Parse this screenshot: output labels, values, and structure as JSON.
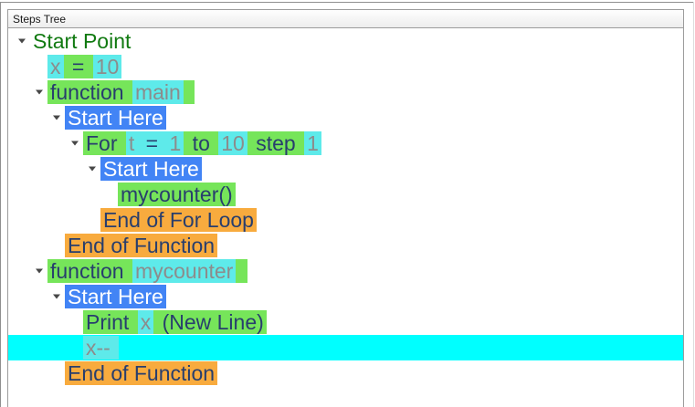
{
  "panel": {
    "title": "Steps Tree"
  },
  "colors": {
    "green_bg": "#76E55A",
    "cyan_bg": "#5EEAEA",
    "blue_bg": "#4284F5",
    "orange_bg": "#F8AB3E",
    "selected_row_bg": "#00FFFF",
    "navy_text": "#283E6D",
    "gray_text": "#8C8C8C",
    "white_text": "#FFFFFF",
    "green_text": "#117A11"
  },
  "tree": {
    "rows": [
      {
        "level": 0,
        "arrow": true,
        "selected": false,
        "segments": [
          {
            "t": "Start Point",
            "fg": "green_text",
            "bg": null
          }
        ]
      },
      {
        "level": 1,
        "arrow": false,
        "selected": false,
        "segments": [
          {
            "t": "x",
            "fg": "gray_text",
            "bg": "cyan_bg"
          },
          {
            "t": " = ",
            "fg": "navy_text",
            "bg": "green_bg"
          },
          {
            "t": "10",
            "fg": "gray_text",
            "bg": "cyan_bg"
          }
        ]
      },
      {
        "level": 1,
        "arrow": true,
        "selected": false,
        "segments": [
          {
            "t": "function ",
            "fg": "navy_text",
            "bg": "green_bg"
          },
          {
            "t": "main",
            "fg": "gray_text",
            "bg": "cyan_bg"
          },
          {
            "t": " ",
            "fg": "navy_text",
            "bg": "green_bg"
          }
        ]
      },
      {
        "level": 2,
        "arrow": true,
        "selected": false,
        "segments": [
          {
            "t": "Start Here",
            "fg": "white_text",
            "bg": "blue_bg"
          }
        ]
      },
      {
        "level": 3,
        "arrow": true,
        "selected": false,
        "segments": [
          {
            "t": "For ",
            "fg": "navy_text",
            "bg": "green_bg"
          },
          {
            "t": "t ",
            "fg": "gray_text",
            "bg": "cyan_bg"
          },
          {
            "t": "= ",
            "fg": "navy_text",
            "bg": "cyan_bg"
          },
          {
            "t": "1",
            "fg": "gray_text",
            "bg": "cyan_bg"
          },
          {
            "t": " to ",
            "fg": "navy_text",
            "bg": "green_bg"
          },
          {
            "t": "10",
            "fg": "gray_text",
            "bg": "cyan_bg"
          },
          {
            "t": " step ",
            "fg": "navy_text",
            "bg": "green_bg"
          },
          {
            "t": "1",
            "fg": "gray_text",
            "bg": "cyan_bg"
          }
        ]
      },
      {
        "level": 4,
        "arrow": true,
        "selected": false,
        "segments": [
          {
            "t": "Start Here",
            "fg": "white_text",
            "bg": "blue_bg"
          }
        ]
      },
      {
        "level": 5,
        "arrow": false,
        "selected": false,
        "segments": [
          {
            "t": "mycounter()",
            "fg": "navy_text",
            "bg": "green_bg"
          }
        ]
      },
      {
        "level": 4,
        "arrow": false,
        "selected": false,
        "segments": [
          {
            "t": "End of For Loop",
            "fg": "navy_text",
            "bg": "orange_bg"
          }
        ]
      },
      {
        "level": 2,
        "arrow": false,
        "selected": false,
        "segments": [
          {
            "t": "End of Function",
            "fg": "navy_text",
            "bg": "orange_bg"
          }
        ]
      },
      {
        "level": 1,
        "arrow": true,
        "selected": false,
        "segments": [
          {
            "t": "function ",
            "fg": "navy_text",
            "bg": "green_bg"
          },
          {
            "t": "mycounter",
            "fg": "gray_text",
            "bg": "cyan_bg"
          },
          {
            "t": " ",
            "fg": "navy_text",
            "bg": "green_bg"
          }
        ]
      },
      {
        "level": 2,
        "arrow": true,
        "selected": false,
        "segments": [
          {
            "t": "Start Here",
            "fg": "white_text",
            "bg": "blue_bg"
          }
        ]
      },
      {
        "level": 3,
        "arrow": false,
        "selected": false,
        "segments": [
          {
            "t": "Print ",
            "fg": "navy_text",
            "bg": "green_bg"
          },
          {
            "t": "x",
            "fg": "gray_text",
            "bg": "cyan_bg"
          },
          {
            "t": " (New Line)",
            "fg": "navy_text",
            "bg": "green_bg"
          }
        ]
      },
      {
        "level": 3,
        "arrow": false,
        "selected": true,
        "segments": [
          {
            "t": "x-- ",
            "fg": "gray_text",
            "bg": "cyan_bg"
          }
        ]
      },
      {
        "level": 2,
        "arrow": false,
        "selected": false,
        "segments": [
          {
            "t": "End of Function",
            "fg": "navy_text",
            "bg": "orange_bg"
          }
        ]
      }
    ]
  }
}
